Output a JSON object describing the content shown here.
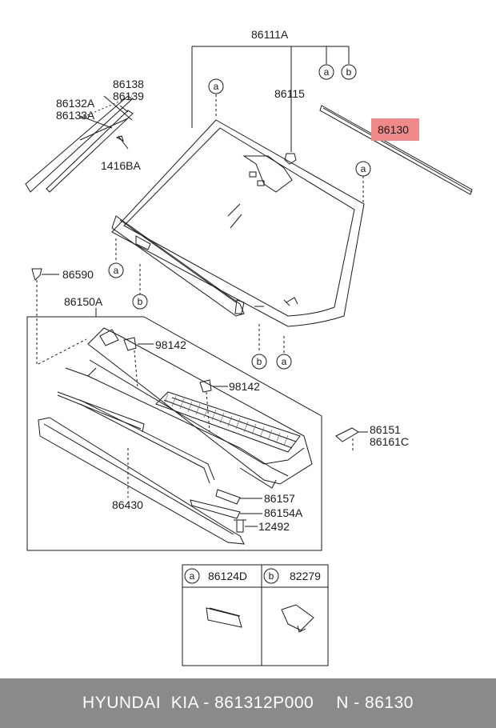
{
  "parts": {
    "p86111A": "86111A",
    "p86115": "86115",
    "p86130": "86130",
    "p86138": "86138",
    "p86139": "86139",
    "p86132A": "86132A",
    "p86133A": "86133A",
    "p1416BA": "1416BA",
    "p86590": "86590",
    "p86150A": "86150A",
    "p98142a": "98142",
    "p98142b": "98142",
    "p86151": "86151",
    "p86161C": "86161C",
    "p86157": "86157",
    "p86154A": "86154A",
    "p12492": "12492",
    "p86430": "86430"
  },
  "callouts": {
    "a": "a",
    "b": "b"
  },
  "legend": {
    "a_part": "86124D",
    "b_part": "82279"
  },
  "footer": {
    "brand": "HYUNDAI  KIA - 861312P000",
    "ref": "N - 86130"
  },
  "colors": {
    "highlight": "#f08a8a",
    "footer_bg": "#8a8a8a",
    "line": "#1a1a1a"
  }
}
